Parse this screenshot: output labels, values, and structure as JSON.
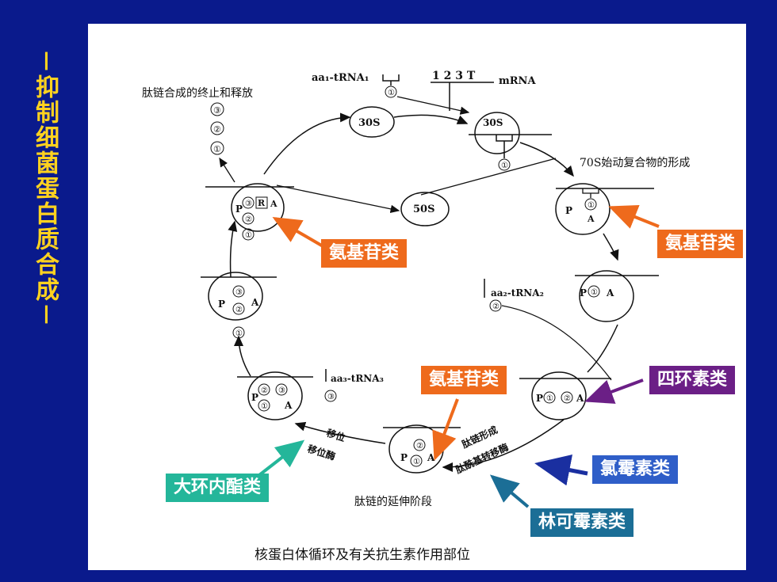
{
  "slide": {
    "side_title": "－抑制细菌蛋白质合成－",
    "background_color": "#0a1a8c",
    "title_color": "#ffd21f"
  },
  "diagram": {
    "caption": "核蛋白体循环及有关抗生素作用部位",
    "stage_labels": {
      "termination": "肽链合成的终止和释放",
      "initiation": "70S始动复合物的形成",
      "elongation": "肽链的延伸阶段"
    },
    "subunits": {
      "small": "30S",
      "small2": "30S",
      "large": "50S"
    },
    "trna": {
      "aa1": "aa₁-tRNA₁",
      "aa2": "aa₂-tRNA₂",
      "aa3": "aa₃-tRNA₃"
    },
    "mrna": {
      "codons": "1 2 3 T",
      "label": "mRNA"
    },
    "sites": {
      "p": "P",
      "a": "A",
      "r": "R"
    },
    "steps": {
      "translocation": "移位",
      "translocase": "移位酶",
      "peptide_formation": "肽链形成",
      "peptidyl_transferase": "肽酰基转移酶"
    },
    "circled": {
      "one": "①",
      "two": "②",
      "three": "③"
    }
  },
  "antibiotics": [
    {
      "id": "aminoglycoside-1",
      "text": "氨基苷类",
      "color": "#ee6a1c"
    },
    {
      "id": "aminoglycoside-2",
      "text": "氨基苷类",
      "color": "#ee6a1c"
    },
    {
      "id": "aminoglycoside-3",
      "text": "氨基苷类",
      "color": "#ee6a1c"
    },
    {
      "id": "tetracycline",
      "text": "四环素类",
      "color": "#6b1f86"
    },
    {
      "id": "chloramphenicol",
      "text": "氯霉素类",
      "color": "#2f5ec8"
    },
    {
      "id": "lincomycin",
      "text": "林可霉素类",
      "color": "#1b6e96"
    },
    {
      "id": "macrolide",
      "text": "大环内酯类",
      "color": "#24b69a"
    }
  ]
}
